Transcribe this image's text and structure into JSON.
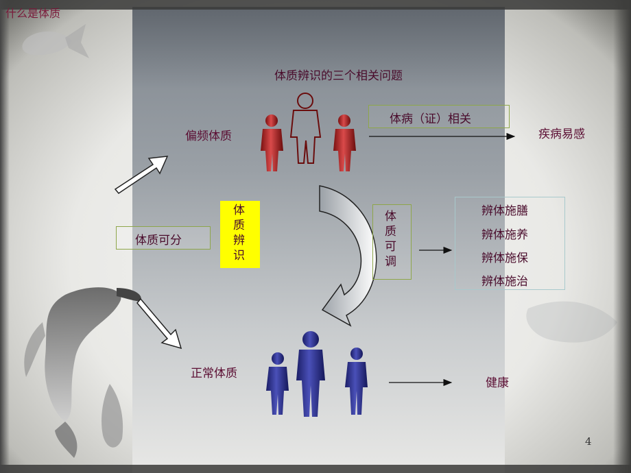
{
  "slide": {
    "title": "什么是体质",
    "page_number": "4"
  },
  "diagram": {
    "title": "体质辨识的三个相关问题",
    "nodes": {
      "biased": "偏频体质",
      "normal": "正常体质",
      "divisible": "体质可分",
      "identify": "体质辨识",
      "adjustable": "体质可调",
      "disease_related": "体病（证）相关",
      "susceptible": "疾病易感",
      "healthy": "健康"
    },
    "methods": [
      "辨体施膳",
      "辨体施养",
      "辨体施保",
      "辨体施治"
    ]
  },
  "colors": {
    "red_figures": "#c43a3a",
    "blue_figures": "#3b3f9c",
    "highlight_box": "#ffff00",
    "text": "#4a0c2c"
  }
}
